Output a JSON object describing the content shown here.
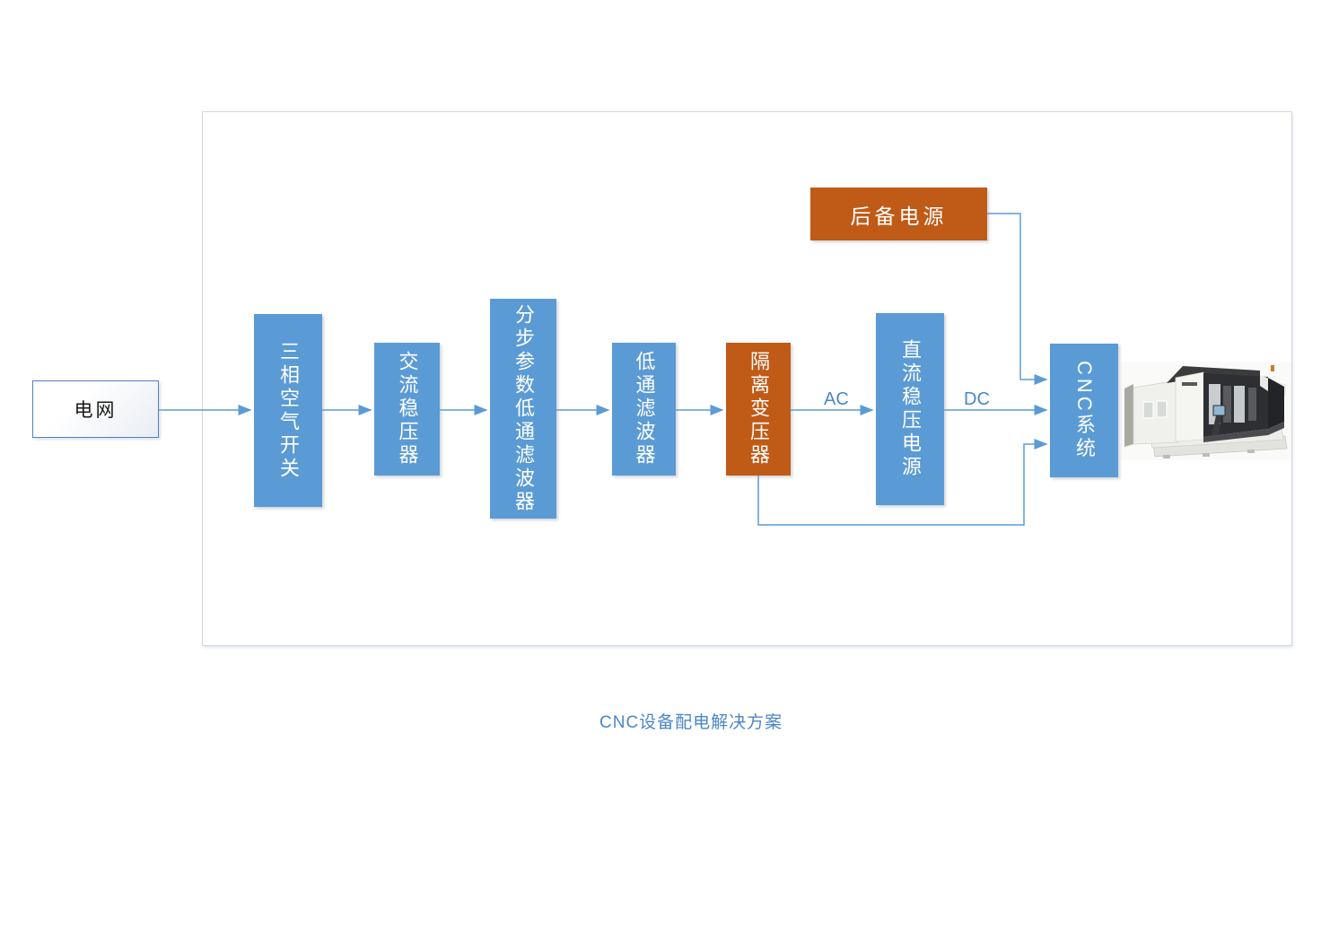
{
  "diagram": {
    "title": "CNC设备配电解决方案",
    "nodes": {
      "power_grid": "电网",
      "three_phase_air_switch": "三相空气开关",
      "ac_voltage_stabilizer": "交流稳压器",
      "step_param_lowpass_filter": "分步参数低通滤波器",
      "lowpass_filter": "低通滤波器",
      "isolation_transformer": "隔离变压器",
      "dc_regulated_power_supply": "直流稳压电源",
      "backup_power": "后备电源",
      "cnc_system": "CNC系统"
    },
    "edge_labels": {
      "ac": "AC",
      "dc": "DC"
    },
    "colors": {
      "node_blue": "#5B9BD5",
      "node_orange": "#C05A17",
      "connector_blue": "#5B9BD5",
      "label_blue": "#4A86C8",
      "grid_box_border": "#4F81BD",
      "frame_border": "#D4D7DA"
    }
  }
}
